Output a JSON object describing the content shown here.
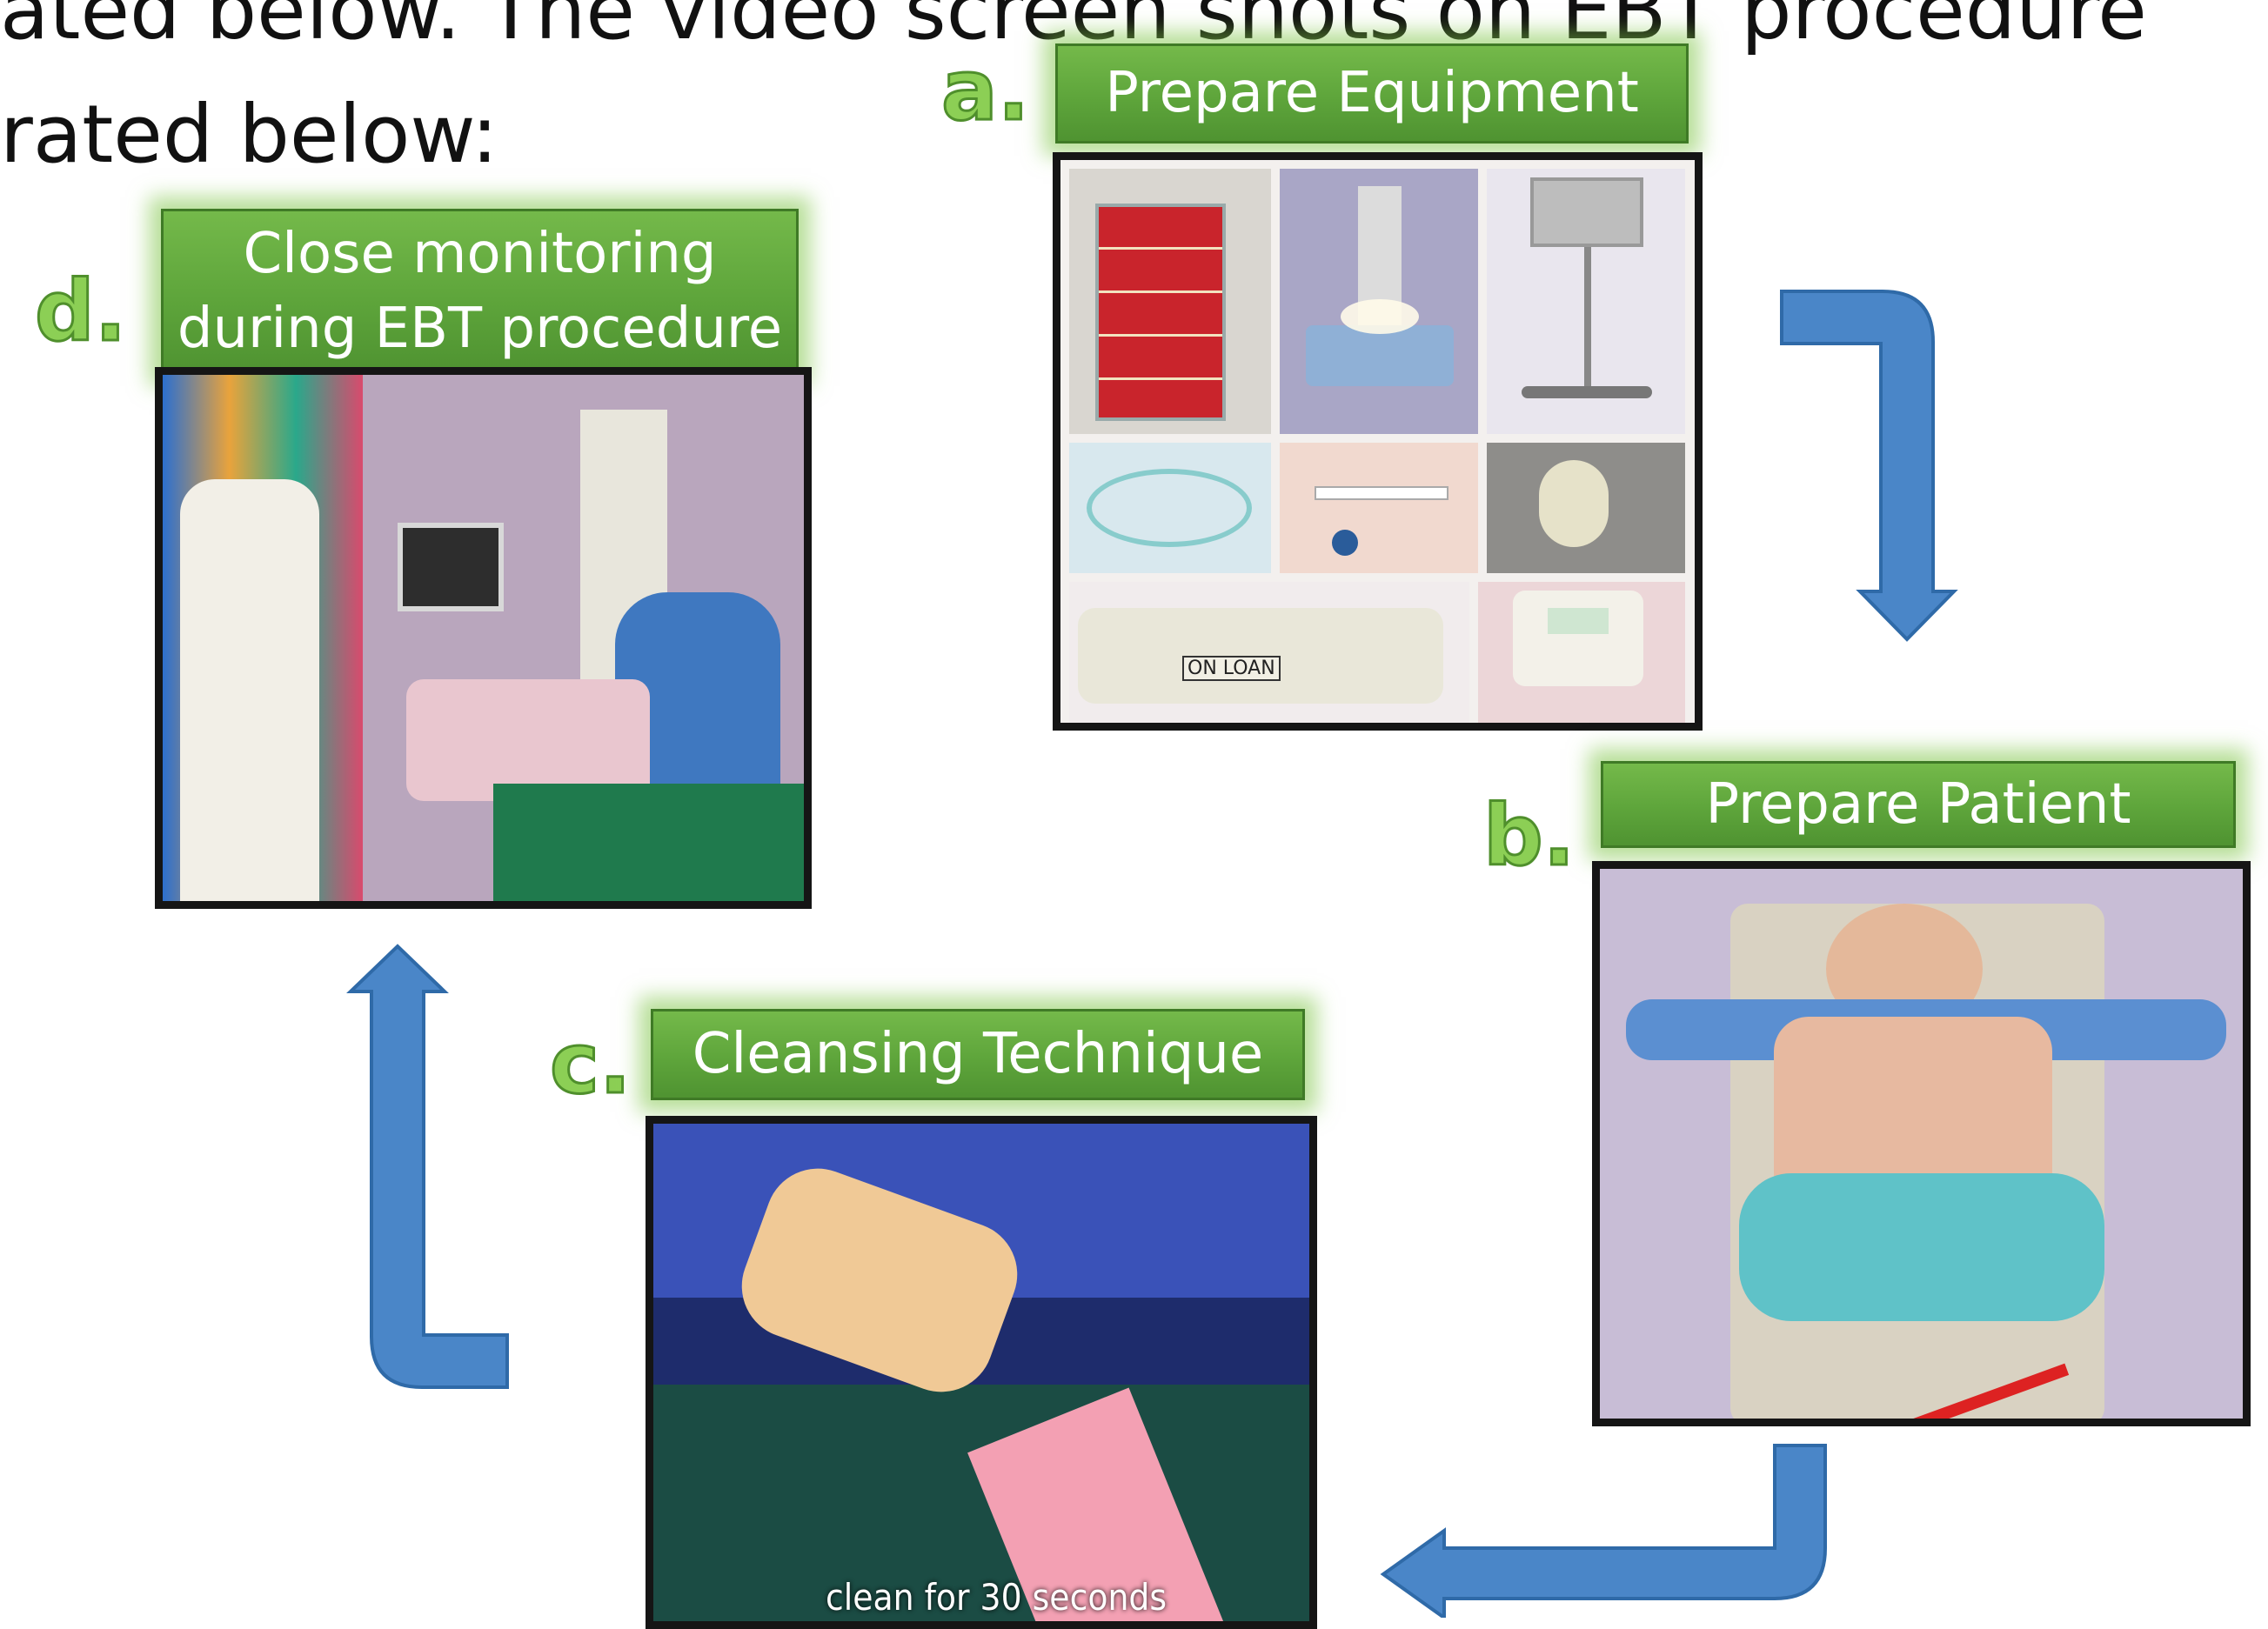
{
  "intro": {
    "line1": "ated below. The video screen shots on EBT procedure",
    "line2": "rated below:"
  },
  "steps": [
    {
      "letter": "a.",
      "title": "Prepare Equipment",
      "overlay_text": "ON LOAN"
    },
    {
      "letter": "b.",
      "title": "Prepare Patient"
    },
    {
      "letter": "c.",
      "title": "Cleansing Technique",
      "caption": "clean for 30 seconds"
    },
    {
      "letter": "d.",
      "title_line1": "Close monitoring",
      "title_line2": "during EBT procedure"
    }
  ],
  "colors": {
    "banner_green": "#5ea53b",
    "letter_green": "#8ccf55",
    "arrow_blue": "#4a86c8",
    "arrow_edge": "#2f6aa8"
  }
}
